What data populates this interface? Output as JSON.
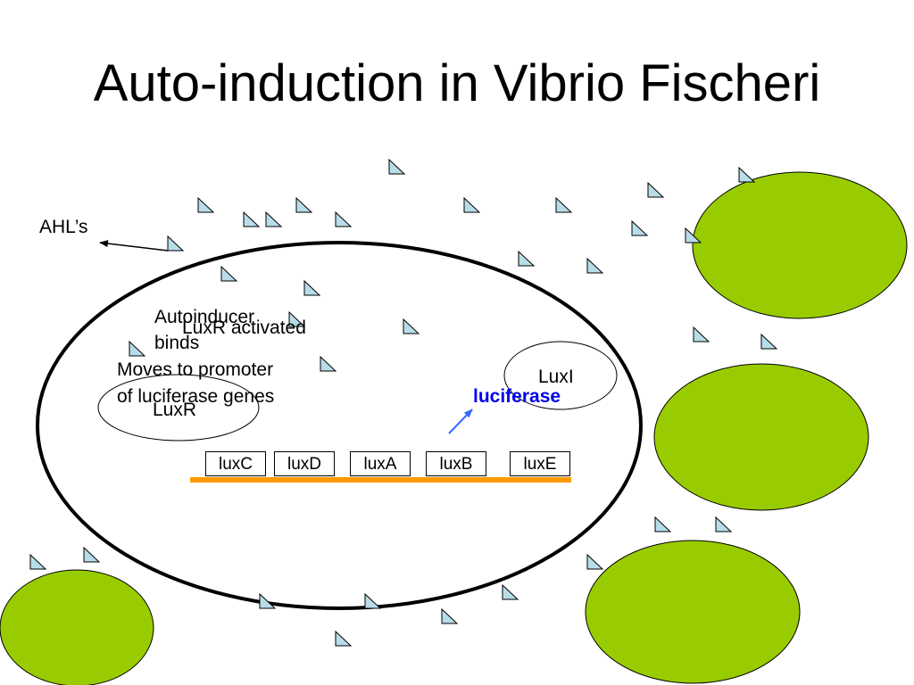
{
  "title": "Auto-induction in Vibrio Fischeri",
  "labels": {
    "ahls": "AHL’s",
    "autoinducer_line1": "Autoinducer",
    "autoinducer_line2": "binds",
    "luxr_activated": "LuxR activated",
    "moves_line1": "Moves to promoter",
    "moves_line2": "of luciferase genes",
    "luxr": "LuxR",
    "luxi": "LuxI",
    "luciferase": "luciferase"
  },
  "genes": [
    "luxC",
    "luxD",
    "luxA",
    "luxB",
    "luxE"
  ],
  "colors": {
    "cell_fill": "#99cc00",
    "ahl_fill": "#b7dde8",
    "dna": "#ff9900",
    "arrow": "#3366ff",
    "luciferase_text": "#0000ee"
  }
}
